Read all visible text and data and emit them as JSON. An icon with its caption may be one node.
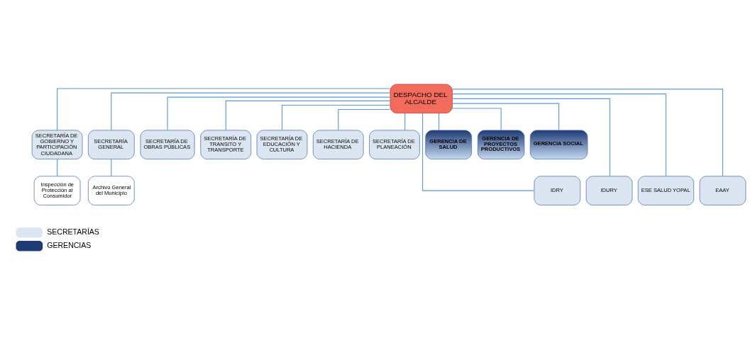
{
  "diagram": {
    "nodes": [
      {
        "text": [
          "DESPACHO DEL ALCALDE"
        ]
      },
      {
        "text": [
          "SECRETARÍA DE GOBIERNO Y PARTICIPACIÓN CIUDADANA"
        ]
      },
      {
        "text": [
          "SECRETARÍA GENERAL"
        ]
      },
      {
        "text": [
          "SECRETARÍA DE OBRAS PÚBLICAS"
        ]
      },
      {
        "text": [
          "SECRETARÍA DE TRANSITO Y TRANSPORTE"
        ]
      },
      {
        "text": [
          "SECRETARÍA DE EDUCACIÓN Y CULTURA"
        ]
      },
      {
        "text": [
          "SECRETARÍA DE HACIENDA"
        ]
      },
      {
        "text": [
          "SECRETARÍA DE PLANEACIÓN"
        ]
      },
      {
        "text": [
          "GERENCIA DE SALUD"
        ]
      },
      {
        "text": [
          "GERENCIA DE PROYECTOS PRODUCTIVOS"
        ]
      },
      {
        "text": [
          "GERENCIA SOCIAL"
        ]
      },
      {
        "text": [
          "Inspección de Protección al Consumidor"
        ]
      },
      {
        "text": [
          "Archivo General del Municipio"
        ]
      },
      {
        "text": [
          "IDRY"
        ]
      },
      {
        "text": [
          "IDURY"
        ]
      },
      {
        "text": [
          "ESE SALUD YOPAL"
        ]
      },
      {
        "text": [
          "EAAY"
        ]
      }
    ],
    "edges": [
      {
        "from": 0,
        "to": 1,
        "arrow": "none"
      },
      {
        "from": 0,
        "to": 2,
        "arrow": "none"
      },
      {
        "from": 0,
        "to": 3,
        "arrow": "none"
      },
      {
        "from": 0,
        "to": 4,
        "arrow": "none"
      },
      {
        "from": 0,
        "to": 5,
        "arrow": "none"
      },
      {
        "from": 0,
        "to": 6,
        "arrow": "none"
      },
      {
        "from": 0,
        "to": 7,
        "arrow": "none"
      },
      {
        "from": 0,
        "to": 8,
        "arrow": "none"
      },
      {
        "from": 0,
        "to": 9,
        "arrow": "none"
      },
      {
        "from": 0,
        "to": 10,
        "arrow": "none"
      },
      {
        "from": 1,
        "to": 11,
        "arrow": "none"
      },
      {
        "from": 2,
        "to": 12,
        "arrow": "none"
      },
      {
        "from": 0,
        "to": 13,
        "arrow": "none"
      },
      {
        "from": 0,
        "to": 14,
        "arrow": "none"
      },
      {
        "from": 0,
        "to": 15,
        "arrow": "none"
      },
      {
        "from": 0,
        "to": 16,
        "arrow": "none"
      }
    ],
    "legend": [
      {
        "text": "SECRETARÍAS",
        "color": "#dce6f2"
      },
      {
        "text": "GERENCIAS",
        "color": "#1f3a75"
      }
    ]
  }
}
